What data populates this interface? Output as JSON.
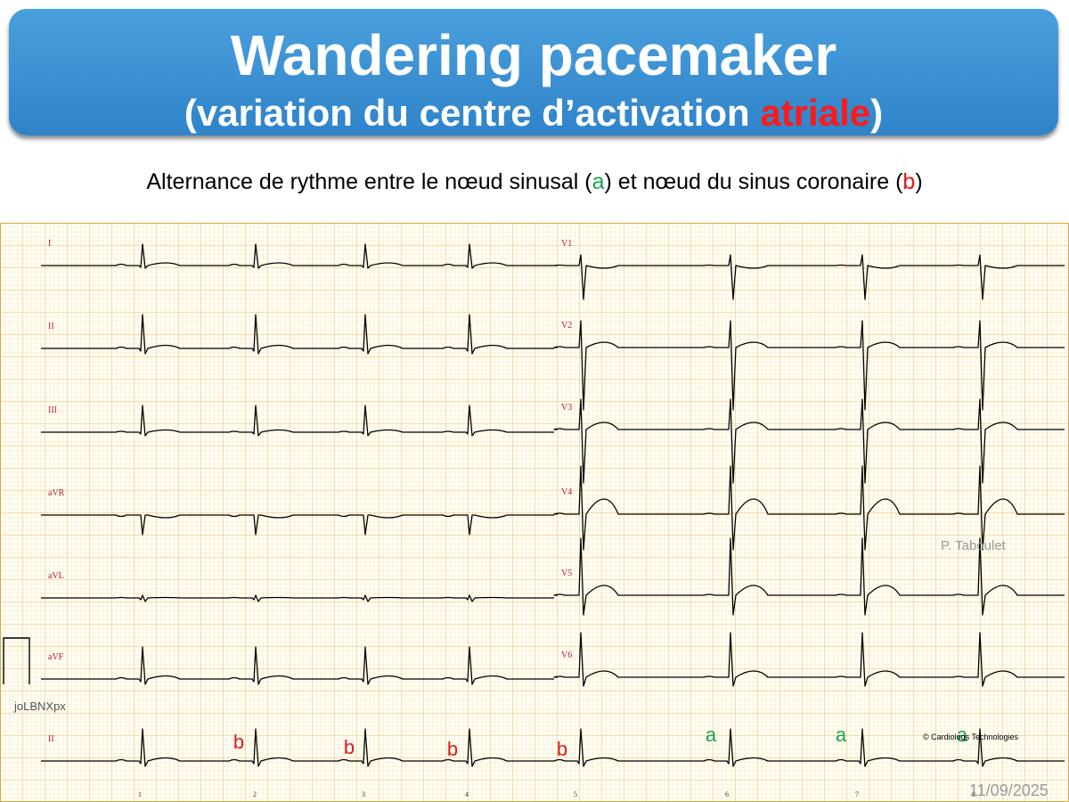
{
  "slide": {
    "title": "Wandering pacemaker",
    "subtitle_open": "(variation du centre d’activation ",
    "subtitle_highlight": "atriale",
    "subtitle_close": ")",
    "caption": {
      "part1": "Alternance de rythme entre le nœud sinusal (",
      "a": "a",
      "part2": ") et nœud du sinus coronaire (",
      "b": "b",
      "part3": ")"
    },
    "colors": {
      "banner": "#3b95d8",
      "highlight": "#ff1a1a",
      "label_a": "#1aa64a",
      "label_b": "#e01818"
    }
  },
  "ecg": {
    "leads_left": [
      "I",
      "II",
      "III",
      "aVR",
      "aVL",
      "aVF",
      "II"
    ],
    "leads_right": [
      "V1",
      "V2",
      "V3",
      "V4",
      "V5",
      "V6"
    ],
    "beat_markers": [
      "b",
      "b",
      "b",
      "b",
      "a",
      "a",
      "a"
    ],
    "time_ticks": [
      "1",
      "2",
      "3",
      "4",
      "5",
      "6",
      "7",
      "8"
    ],
    "record_id": "joLBNXpx",
    "author": "P. Taboulet",
    "copyright": "© Cardiologs Technologies",
    "date": "11/09/2025"
  }
}
